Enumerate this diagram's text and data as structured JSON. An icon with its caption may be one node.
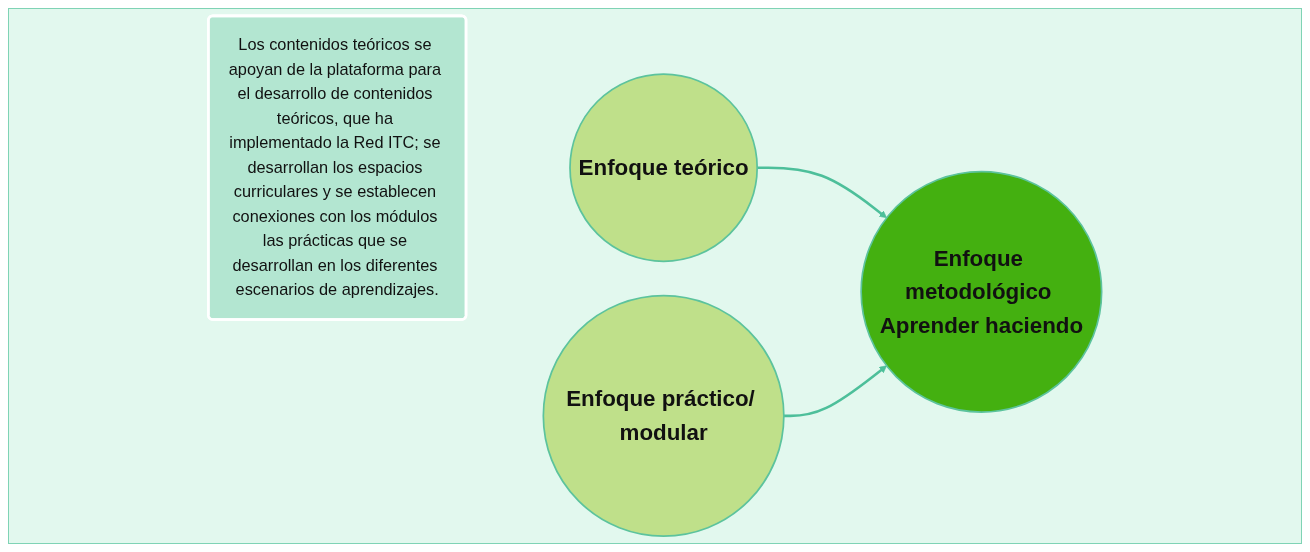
{
  "diagram": {
    "nodes": [
      {
        "text": [
          "Los contenidos teóricos se apoyan de la plataforma para el desarrollo de contenidos teóricos, que ha implementado la Red ITC; se desarrollan los espacios curriculares y se establecen conexiones con los módulos las prácticas que se desarrollan en los diferentes escenarios de aprendizajes."
        ]
      },
      {
        "text": [
          "Enfoque teórico"
        ]
      },
      {
        "text": [
          "Enfoque práctico/ modular"
        ]
      },
      {
        "text": [
          "Enfoque metodológico Aprender haciendo"
        ]
      }
    ],
    "edges": [
      {
        "from": 1,
        "to": 3,
        "arrow": "to"
      },
      {
        "from": 2,
        "to": 3,
        "arrow": "to"
      }
    ]
  }
}
